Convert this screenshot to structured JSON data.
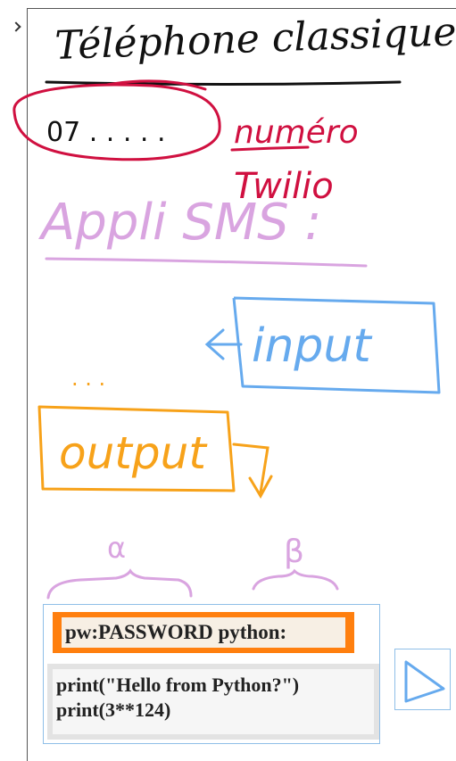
{
  "sketch": {
    "title": "Téléphone classique",
    "number": "07 . . . . .",
    "twilio_label_1": "numéro",
    "twilio_label_2": "Twilio",
    "sms_app_label": "Appli SMS :",
    "input_label": "input",
    "output_label": "output",
    "dots": ". . .",
    "alpha_label": "α",
    "beta_label": "β"
  },
  "colors": {
    "ink_black": "#111111",
    "ink_red": "#d01040",
    "ink_lilac": "#d9a4e0",
    "ink_blue": "#66aaee",
    "ink_orange": "#f7a21a",
    "pw_orange": "#ff7f0e"
  },
  "panel": {
    "password_line": "pw:PASSWORD python:",
    "code_line_1": "print(\"Hello from Python?\")",
    "code_line_2": "print(3**124)",
    "send_icon": "send-triangle-icon"
  }
}
